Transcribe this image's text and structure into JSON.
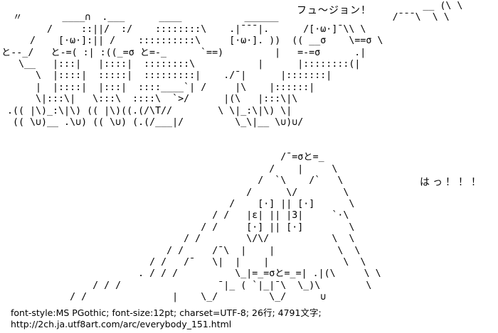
{
  "page": {
    "background_color": "#ffffff",
    "text_color": "#000000",
    "kind": "2ch ascii-art archive page"
  },
  "speech": {
    "fusion": "フュ〜ジョン！",
    "ha": "はっ！！！"
  },
  "art": {
    "description": "Two cat AA characters performing the fusion dance (faces ・ω・, arms と/σ, dotted shading), resulting fused creature below with vertical face boxes ・ε・ and ・３・",
    "lines": [
      "                                                                          __ (\\ \\",
      "  〃       ____∩  .___      ____           ______                    /¯¯¯\\  \\ \\",
      "        /     ::||/  :/    ::::::::\\    .|¯¯¯|.      /[·ω·]¯\\\\ \\",
      "     /    [·ω·]:|| /    ::::::::::\\     [·ω·]. ))  (( __σ    \\==σ \\",
      "と--_/   と-=( :| :((_=σ と=-_      `==)         |   =-=σ      .|",
      "   \\__   |:::|   |::::|  ::::::::\\           |      |::::::::(|",
      "      \\  |::::|  :::::|  :::::::::|    ./¯|      |:::::::|",
      "      |  |::::|  |:::|  ::::____`| /     |\\    |::::::|",
      "      \\|:::\\|   \\:::\\  ::::\\  `>/      |(\\   |:::\\|\\",
      " .(( |\\)_:\\|\\) (( |\\)((.(/\\T//        \\ \\|_:\\|\\) \\|",
      "  (( \\∪)__ .\\∪) (( \\∪) (.(/___|/         \\_\\|__ \\∪)∪/",
      "",
      "",
      "                                                 /¯=σと=_",
      "                                               /    |     \\",
      "                                             /  `\\    /`   \\",
      "                                           /      \\/        \\",
      "                                        /    [·] || [·]      \\",
      "                                     / /   |ε| || |3|     `·\\",
      "                                   / /     [·] || [·]        \\",
      "                                / /        \\/\\/           \\  \\",
      "                             / /     /¯\\  |    |           \\  \\",
      "                          / /   /¯   \\|  |    |             \\  \\",
      "                        . / / /          \\_|=_=σと=_=| .|(\\     \\ \\",
      "                / / /                 ¯|_ ( `|_|¯\\  \\_)\\        \\",
      "            / /               |    \\_/         \\_/      ∪"
    ]
  },
  "footer": {
    "meta": "font-style:MS PGothic; font-size:12pt; charset=UTF-8; 26行; 4791文字;",
    "url": "http://2ch.ja.utf8art.com/arc/everybody_151.html"
  }
}
